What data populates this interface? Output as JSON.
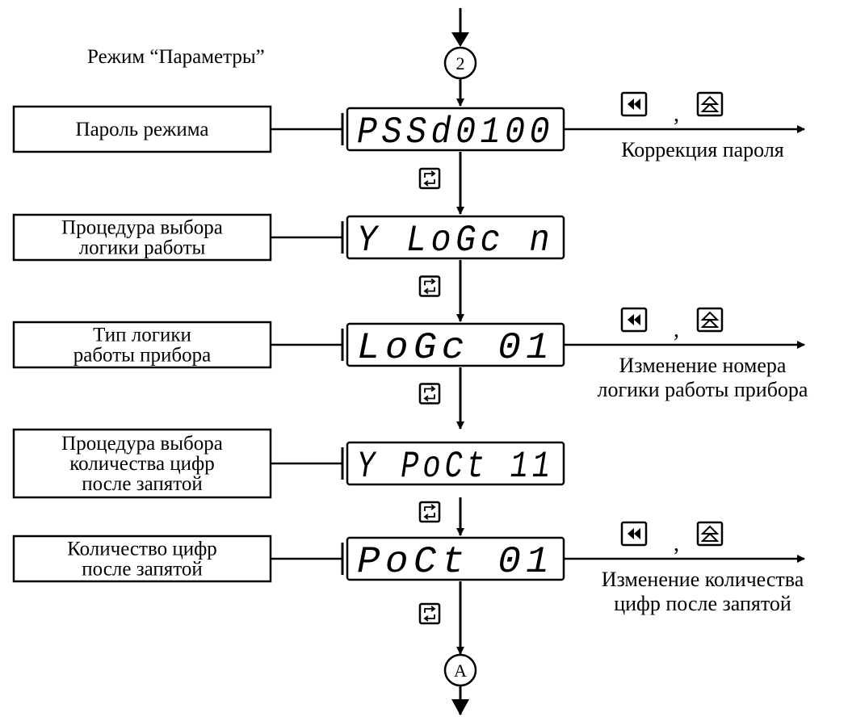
{
  "mode_title": "Режим “Параметры”",
  "entry_node": "2",
  "exit_node": "A",
  "colors": {
    "line": "#000000",
    "background": "#ffffff"
  },
  "button_icons": [
    "rewind-button-icon",
    "up-arrow-button-icon",
    "cycle-button-icon"
  ],
  "steps": [
    {
      "label_lines": [
        "Пароль режима"
      ],
      "display": "PSSd0100",
      "side_label_lines": [
        "Коррекция   пароля"
      ]
    },
    {
      "label_lines": [
        "Процедура выбора",
        "логики работы"
      ],
      "display": "Y LoGc n",
      "side_label_lines": []
    },
    {
      "label_lines": [
        "Тип логики",
        "работы прибора"
      ],
      "display": "LoGc 01",
      "side_label_lines": [
        "Изменение номера",
        "логики работы прибора"
      ]
    },
    {
      "label_lines": [
        "Процедура выбора",
        "количества цифр",
        "после запятой"
      ],
      "display": "Y PoCt 11",
      "side_label_lines": []
    },
    {
      "label_lines": [
        "Количество цифр",
        "после запятой"
      ],
      "display": "PoCt 01",
      "side_label_lines": [
        "Изменение количества",
        "цифр после запятой"
      ]
    }
  ],
  "separator": ","
}
